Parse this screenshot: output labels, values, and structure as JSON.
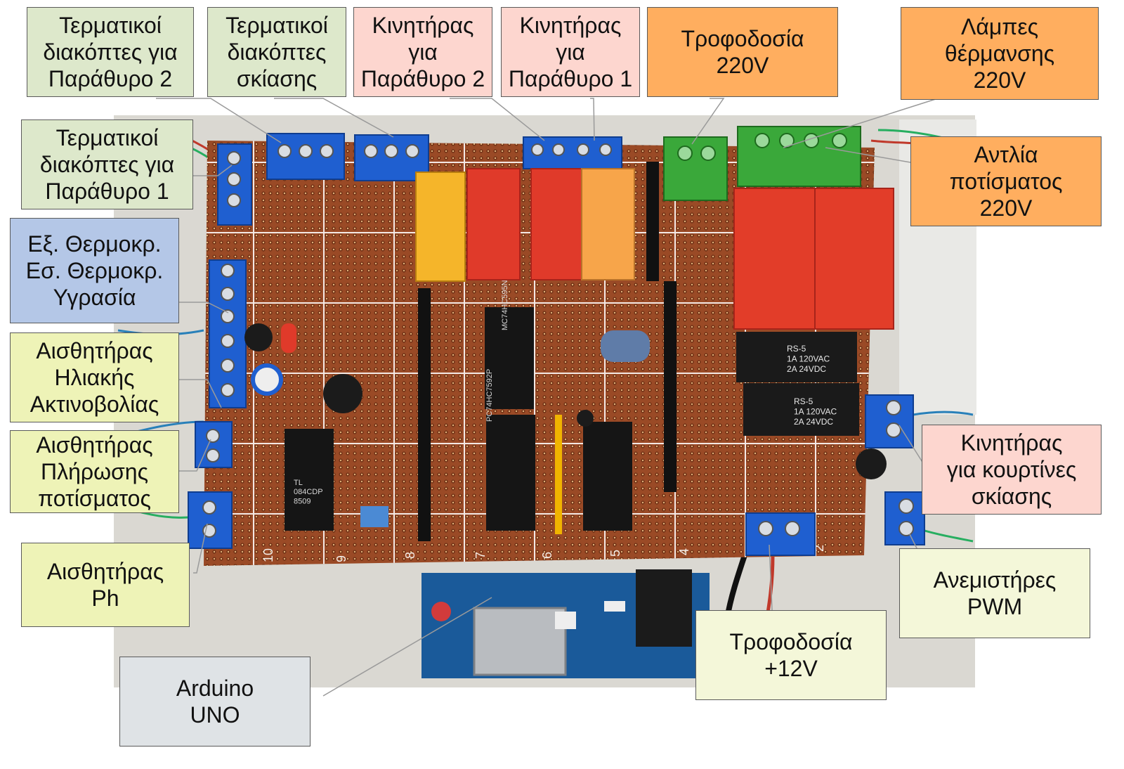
{
  "colors": {
    "green_box": "#dde8cb",
    "pink_box": "#fdd6cf",
    "orange_box": "#ffae5f",
    "blue_box": "#b4c7e7",
    "yellow_box": "#eef3b7",
    "lightyellow_box": "#f4f7d9",
    "grey_box": "#dfe3e6",
    "pcb": "#9a4a26",
    "terminal_blue": "#1f5fd0",
    "terminal_green": "#3aa83a",
    "relay_red": "#e03a2a",
    "relay_orange": "#f7a54a",
    "relay_yellow": "#f5b52a",
    "ic_black": "#151515",
    "arduino_blue": "#1a5a9a"
  },
  "labels": {
    "term_window2": "Τερματικοί\nδιακόπτες για\nΠαράθυρο 2",
    "term_shading": "Τερματικοί\nδιακόπτες\nσκίασης",
    "motor_window2": "Κινητήρας\nγια\nΠαράθυρο 2",
    "motor_window1": "Κινητήρας\nγια\nΠαράθυρο 1",
    "power_220": "Τροφοδοσία\n220V",
    "heat_lamps": "Λάμπες\nθέρμανσης\n220V",
    "term_window1": "Τερματικοί\nδιακόπτες για\nΠαράθυρο 1",
    "water_pump": "Αντλία\nποτίσματος\n220V",
    "temp_humidity": "Εξ. Θερμοκρ.\nΕσ. Θερμοκρ.\nΥγρασία",
    "solar_sensor": "Αισθητήρας\nΗλιακής\nΑκτινοβολίας",
    "fill_sensor": "Αισθητήρας\nΠλήρωσης\nποτίσματος",
    "shade_motor": "Κινητήρας\nγια κουρτίνες\nσκίασης",
    "ph_sensor": "Αισθητήρας\nPh",
    "fans_pwm": "Ανεμιστήρες\nPWM",
    "power_12v": "Τροφοδοσία\n+12V",
    "arduino": "Arduino\nUNO"
  },
  "board": {
    "column_numbers": [
      "10",
      "9",
      "8",
      "7",
      "6",
      "5",
      "4",
      "2"
    ],
    "relay_markings": [
      "RS-5\n1A 120VAC\n2A 24VDC",
      "RS-5\n1A 120VAC\n2A 24VDC"
    ],
    "ic_markings": [
      "TL\n084CDP\n8509",
      "PC74HC7592P",
      "MC74HC595N"
    ]
  }
}
